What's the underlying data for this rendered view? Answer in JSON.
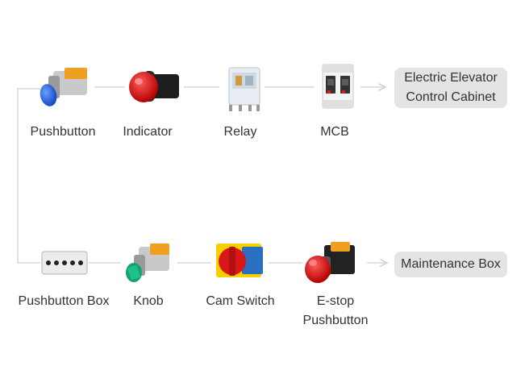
{
  "row1": {
    "components": [
      {
        "label": "Pushbutton",
        "icon": "pushbutton-icon"
      },
      {
        "label": "Indicator",
        "icon": "indicator-light-icon"
      },
      {
        "label": "Relay",
        "icon": "relay-icon"
      },
      {
        "label": "MCB",
        "icon": "mcb-icon"
      }
    ],
    "destination": "Electric Elevator Control Cabinet"
  },
  "row2": {
    "components": [
      {
        "label": "Pushbutton Box",
        "icon": "pushbutton-box-icon"
      },
      {
        "label": "Knob",
        "icon": "knob-selector-icon"
      },
      {
        "label": "Cam Switch",
        "icon": "cam-switch-icon"
      },
      {
        "label": "E-stop Pushbutton",
        "icon": "estop-pushbutton-icon"
      }
    ],
    "destination": "Maintenance Box"
  },
  "colors": {
    "connector": "#d9d9d9",
    "destination_bg": "#e4e4e4",
    "text": "#333333"
  }
}
